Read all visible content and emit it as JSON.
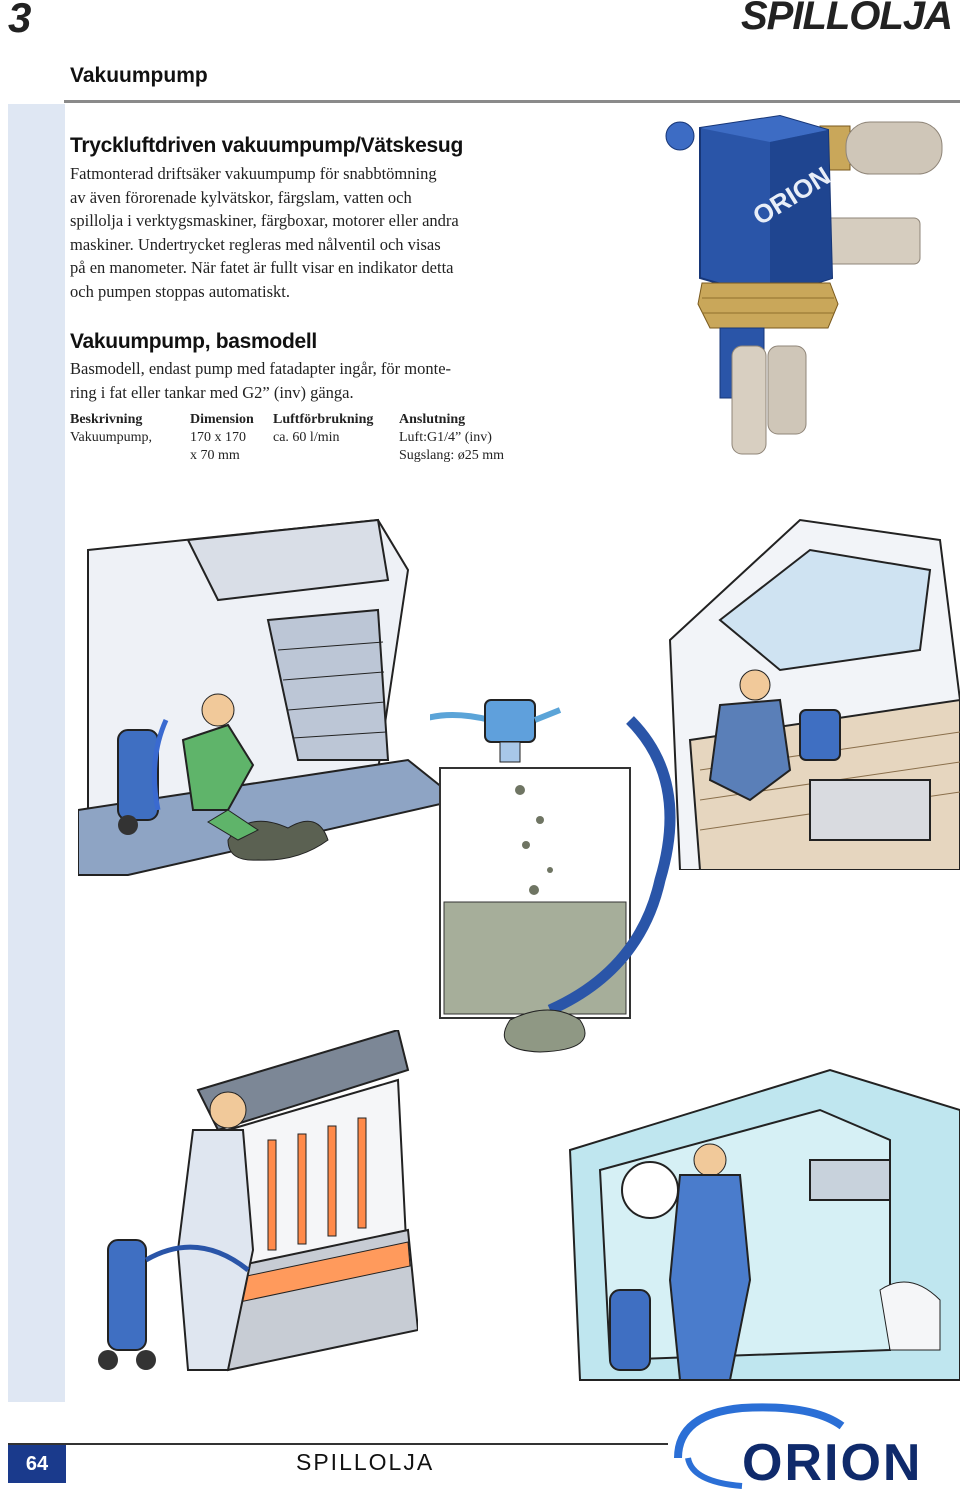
{
  "header": {
    "chapter_number": "3",
    "chapter_title": "SPILLOLJA",
    "section": "Vakuumpump"
  },
  "product1": {
    "title": "Tryckluftdriven vakuumpump/Vätskesug",
    "lines": [
      "Fatmonterad driftsäker vakuumpump för snabbtömning",
      "av även förorenade kylvätskor, färgslam, vatten och",
      "spillolja i verktygsmaskiner, färgboxar, motorer eller andra",
      "maskiner. Undertrycket regleras med nålventil och visas",
      "på en manometer. När fatet är fullt visar en indikator detta",
      "och pumpen stoppas automatiskt."
    ]
  },
  "product2": {
    "title": "Vakuumpump, basmodell",
    "lines": [
      "Basmodell, endast pump med fatadapter ingår, för monte-",
      "ring i fat eller tankar med G2” (inv) gänga."
    ]
  },
  "spec_table": {
    "headers": [
      "Beskrivning",
      "Dimension",
      "Luftförbrukning",
      "Anslutning"
    ],
    "row": {
      "beskrivning": "Vakuumpump,",
      "dimension_1": "170 x 170",
      "dimension_2": "x 70 mm",
      "luft": "ca. 60 l/min",
      "anslutning_1": "Luft:G1/4” (inv)",
      "anslutning_2": "Sugslang: ø25 mm"
    }
  },
  "photo": {
    "brand_label": "ORION"
  },
  "footer": {
    "page_number": "64",
    "title": "SPILLOLJA",
    "brand": "ORION"
  },
  "colors": {
    "band": "#dfe7f3",
    "pump_blue": "#2a55a8",
    "brand_navy": "#1a3a8c",
    "liquid": "#a6ae9a"
  }
}
